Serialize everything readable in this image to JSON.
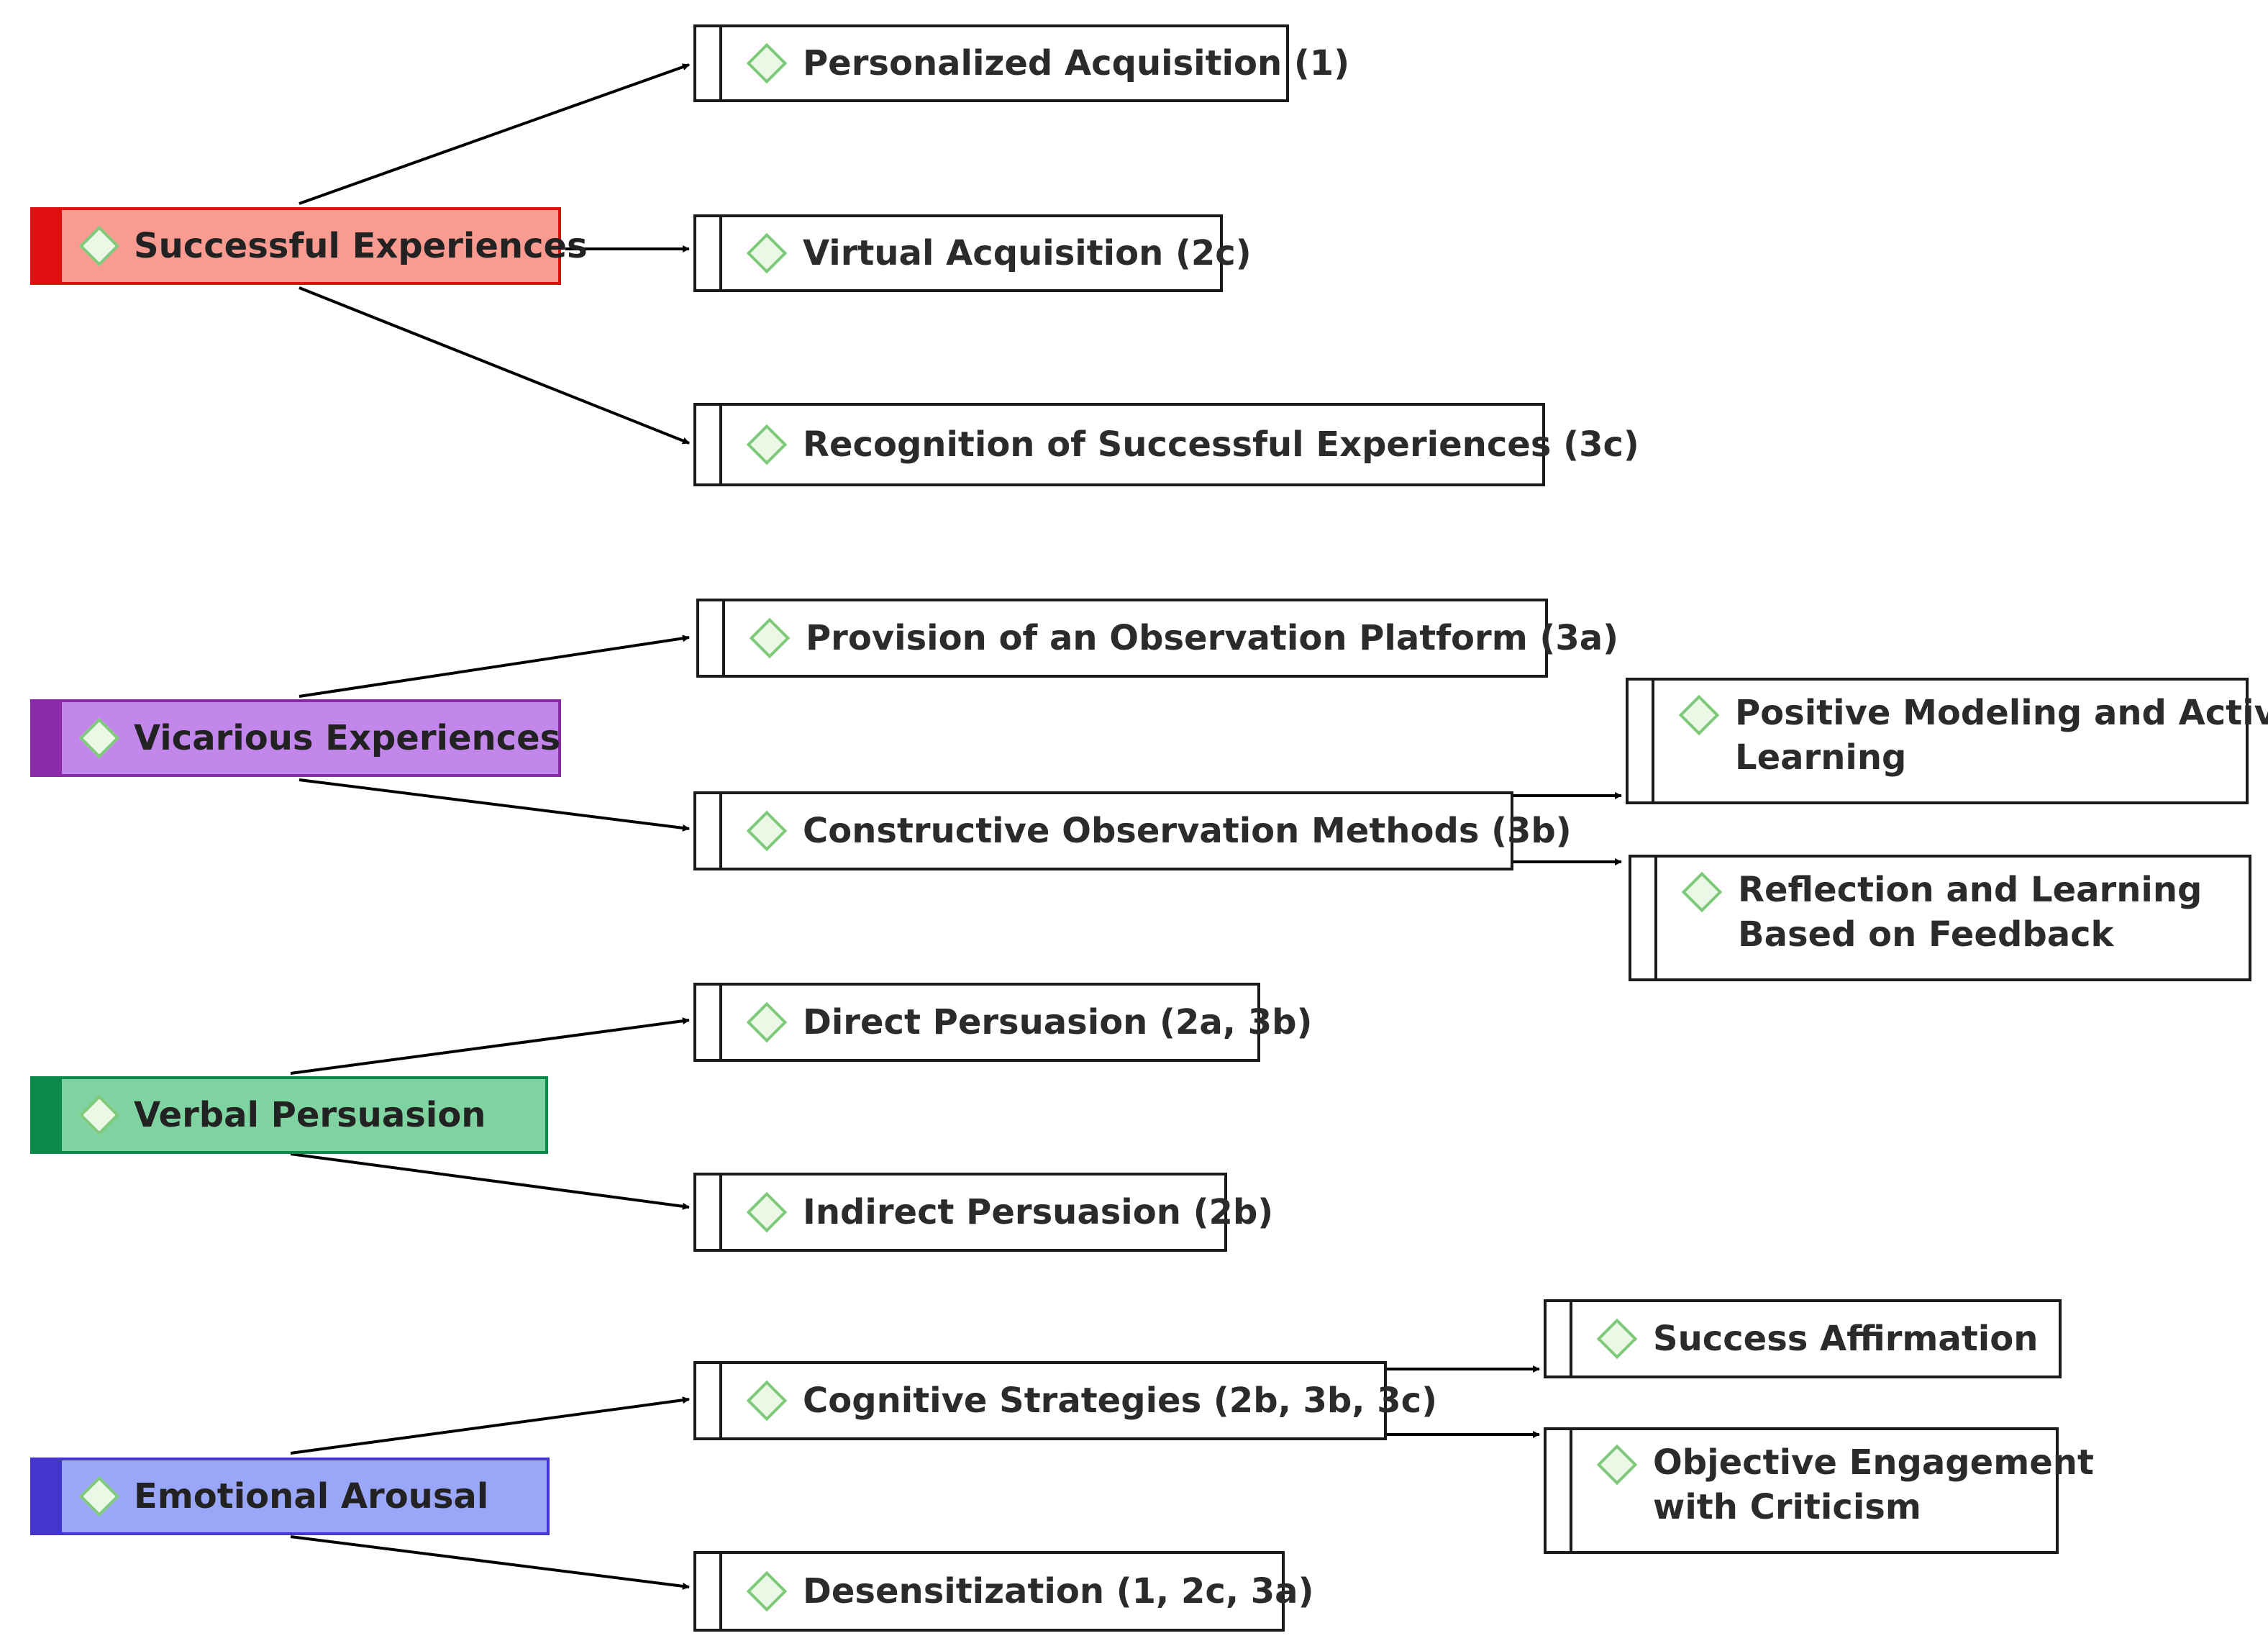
{
  "colors": {
    "successful": {
      "fill": "#f99b90",
      "bar": "#e01010",
      "border": "#e01010"
    },
    "vicarious": {
      "fill": "#c387ec",
      "bar": "#8a2aa8",
      "border": "#8a2aa8"
    },
    "verbal": {
      "fill": "#7fd3a0",
      "bar": "#0c8a4a",
      "border": "#0c8a4a"
    },
    "emotional": {
      "fill": "#9aa6f7",
      "bar": "#4535cf",
      "border": "#4535cf"
    },
    "diamond": "#7fc97a"
  },
  "categories": [
    {
      "id": "successful",
      "label": "Successful Experiences"
    },
    {
      "id": "vicarious",
      "label": "Vicarious Experiences"
    },
    {
      "id": "verbal",
      "label": "Verbal Persuasion"
    },
    {
      "id": "emotional",
      "label": "Emotional Arousal"
    }
  ],
  "strategies": {
    "personalized_acquisition": "Personalized Acquisition (1)",
    "virtual_acquisition": "Virtual Acquisition (2c)",
    "recognition_successful": "Recognition of Successful Experiences (3c)",
    "observation_platform": "Provision of an Observation Platform (3a)",
    "constructive_observation": "Constructive Observation Methods (3b)",
    "direct_persuasion": "Direct Persuasion (2a, 3b)",
    "indirect_persuasion": "Indirect Persuasion (2b)",
    "cognitive_strategies": "Cognitive Strategies (2b, 3b, 3c)",
    "desensitization": "Desensitization (1, 2c, 3a)"
  },
  "substrategies": {
    "positive_modeling": [
      "Positive Modeling and Active",
      "Learning"
    ],
    "reflection_feedback": [
      "Reflection and Learning",
      "Based on Feedback"
    ],
    "success_affirmation": "Success Affirmation",
    "objective_engagement": [
      "Objective Engagement",
      "with Criticism"
    ]
  }
}
